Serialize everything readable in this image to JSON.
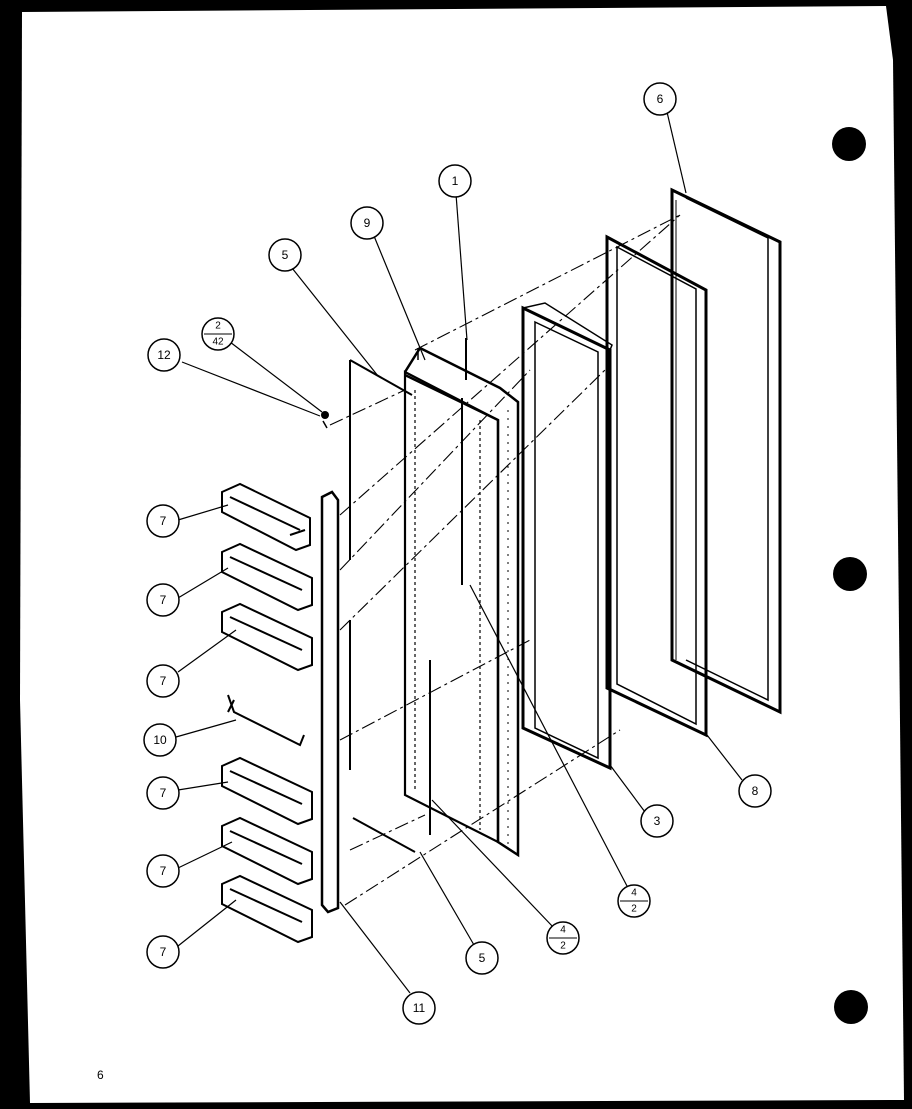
{
  "callouts": {
    "c1": "1",
    "c3": "3",
    "c5a": "5",
    "c5b": "5",
    "c6": "6",
    "c7a": "7",
    "c7b": "7",
    "c7c": "7",
    "c7d": "7",
    "c7e": "7",
    "c7f": "7",
    "c8": "8",
    "c9": "9",
    "c10": "10",
    "c11": "11",
    "c12": "12"
  },
  "fractions": {
    "f242": {
      "top": "2",
      "bottom": "42"
    },
    "f42a": {
      "top": "4",
      "bottom": "2"
    },
    "f42b": {
      "top": "4",
      "bottom": "2"
    }
  },
  "page_number": "6"
}
